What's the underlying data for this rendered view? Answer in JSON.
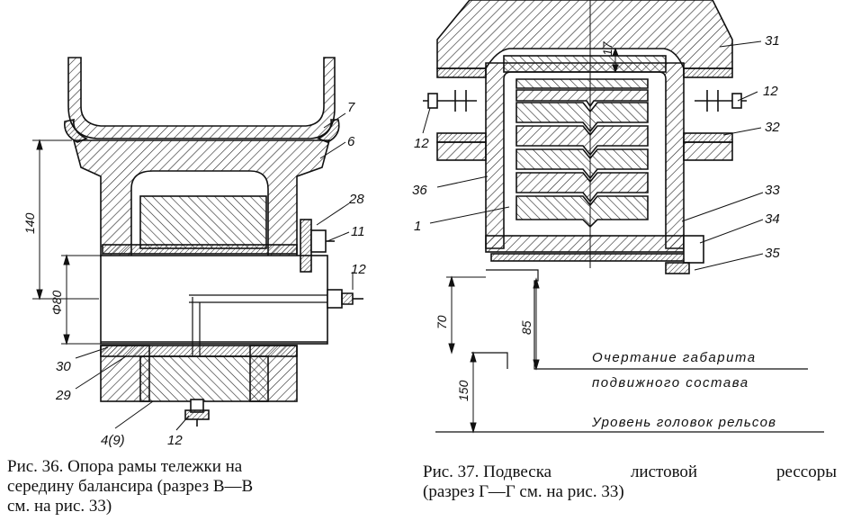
{
  "figure36": {
    "labels": {
      "l7": "7",
      "l6": "6",
      "l28": "28",
      "l11": "11",
      "l12a": "12",
      "l30": "30",
      "l29": "29",
      "l4": "4(9)",
      "l12b": "12"
    },
    "dims": {
      "d140": "140",
      "d80": "Φ80"
    },
    "caption": {
      "line1": "Рис. 36. Опора рамы тележки на",
      "line2": "середину балансира (разрез В—В",
      "line3": "см. на рис. 33)"
    }
  },
  "figure37": {
    "labels": {
      "l31": "31",
      "l12a": "12",
      "l12b": "12",
      "l32": "32",
      "l36": "36",
      "l33": "33",
      "l1": "1",
      "l34": "34",
      "l35": "35"
    },
    "dims": {
      "d17": "17",
      "d70": "70",
      "d85": "85",
      "d150": "150"
    },
    "notes": {
      "gauge1": "Очертание габарита",
      "gauge2": "подвижного состава",
      "rail": "Уровень головок рельсов"
    },
    "caption": {
      "line1a": "Рис. 37. Подвеска",
      "line1b": "листовой",
      "line1c": "рессоры",
      "line2": "(разрез Г—Г см. на рис. 33)"
    }
  }
}
